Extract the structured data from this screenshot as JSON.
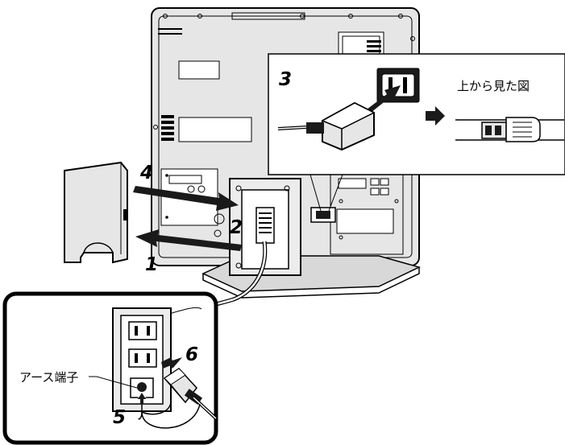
{
  "steps": {
    "s1": "1",
    "s2": "2",
    "s3": "3",
    "s4": "4",
    "s5": "5",
    "s6": "6"
  },
  "labels": {
    "top_view": "上から見た図",
    "earth_terminal": "アース端子"
  },
  "colors": {
    "line": "#000000",
    "dark_fill": "#1a1a1a",
    "panel_gray": "#cfcfcf",
    "body_gray": "#e6e6e6",
    "paper": "#ffffff"
  }
}
